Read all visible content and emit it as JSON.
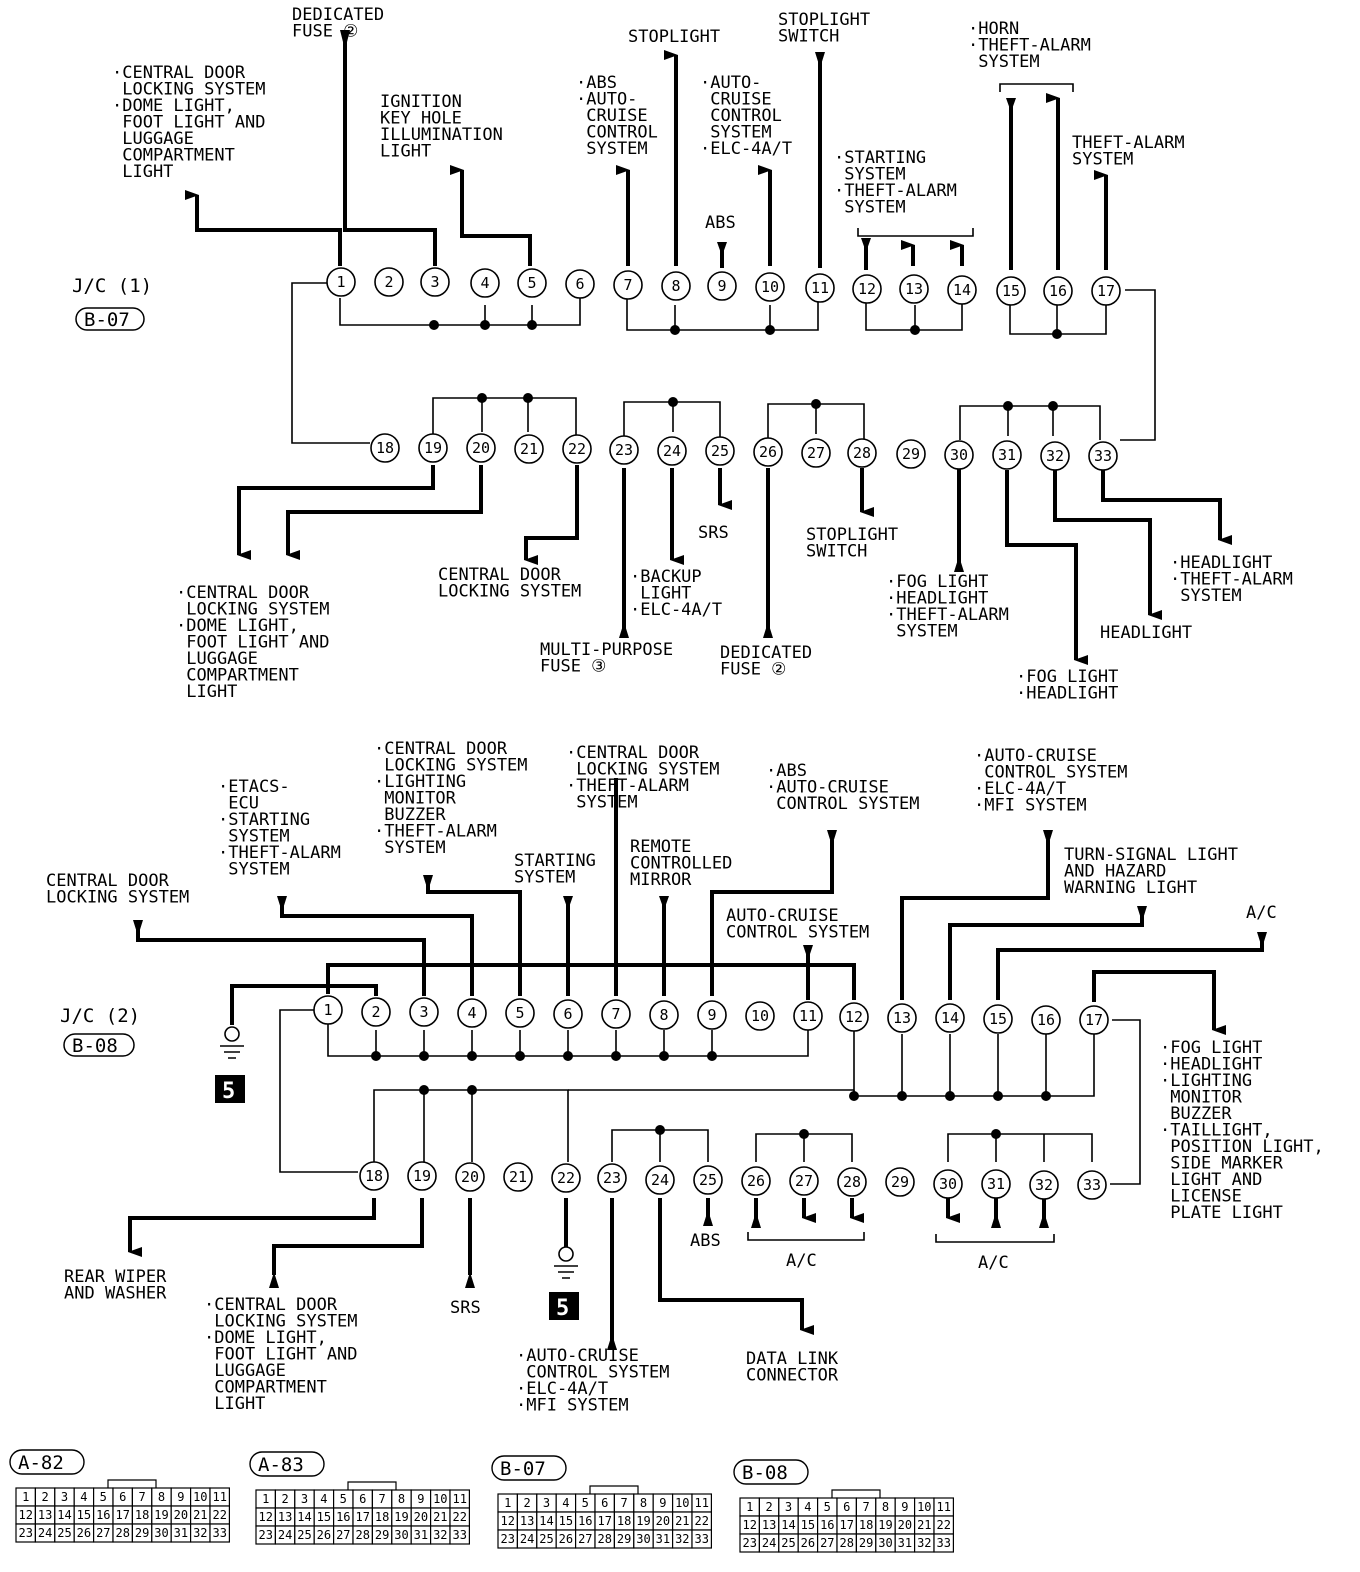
{
  "jc1": {
    "name": "J/C (1)",
    "code": "B-07",
    "pins": [
      "1",
      "2",
      "3",
      "4",
      "5",
      "6",
      "7",
      "8",
      "9",
      "10",
      "11",
      "12",
      "13",
      "14",
      "15",
      "16",
      "17",
      "18",
      "19",
      "20",
      "21",
      "22",
      "23",
      "24",
      "25",
      "26",
      "27",
      "28",
      "29",
      "30",
      "31",
      "32",
      "33"
    ],
    "labels": [
      {
        "id": "t1",
        "lines": [
          "DEDICATED",
          "FUSE ②"
        ]
      },
      {
        "id": "t2",
        "lines": [
          "·CENTRAL DOOR",
          " LOCKING SYSTEM",
          "·DOME LIGHT,",
          " FOOT LIGHT AND",
          " LUGGAGE",
          " COMPARTMENT",
          " LIGHT"
        ]
      },
      {
        "id": "t3",
        "lines": [
          "IGNITION",
          "KEY HOLE",
          "ILLUMINATION",
          "LIGHT"
        ]
      },
      {
        "id": "t4",
        "lines": [
          "STOPLIGHT"
        ]
      },
      {
        "id": "t5",
        "lines": [
          "·ABS",
          "·AUTO-",
          " CRUISE",
          " CONTROL",
          " SYSTEM"
        ]
      },
      {
        "id": "t6",
        "lines": [
          "·AUTO-",
          " CRUISE",
          " CONTROL",
          " SYSTEM",
          "·ELC-4A/T"
        ]
      },
      {
        "id": "t7",
        "lines": [
          "ABS"
        ]
      },
      {
        "id": "t8",
        "lines": [
          "STOPLIGHT",
          "SWITCH"
        ]
      },
      {
        "id": "t9",
        "lines": [
          "·STARTING",
          " SYSTEM",
          "·THEFT-ALARM",
          " SYSTEM"
        ]
      },
      {
        "id": "t10",
        "lines": [
          "·HORN",
          "·THEFT-ALARM",
          " SYSTEM"
        ]
      },
      {
        "id": "t11",
        "lines": [
          "THEFT-ALARM",
          "SYSTEM"
        ]
      },
      {
        "id": "b1",
        "lines": [
          "·CENTRAL DOOR",
          " LOCKING SYSTEM",
          "·DOME LIGHT,",
          " FOOT LIGHT AND",
          " LUGGAGE",
          " COMPARTMENT",
          " LIGHT"
        ]
      },
      {
        "id": "b2",
        "lines": [
          "CENTRAL DOOR",
          "LOCKING SYSTEM"
        ]
      },
      {
        "id": "b3",
        "lines": [
          "SRS"
        ]
      },
      {
        "id": "b4",
        "lines": [
          "·BACKUP",
          " LIGHT",
          "·ELC-4A/T"
        ]
      },
      {
        "id": "b5",
        "lines": [
          "MULTI-PURPOSE",
          "FUSE ③"
        ]
      },
      {
        "id": "b6",
        "lines": [
          "DEDICATED",
          "FUSE ②"
        ]
      },
      {
        "id": "b7",
        "lines": [
          "STOPLIGHT",
          "SWITCH"
        ]
      },
      {
        "id": "b8",
        "lines": [
          "·FOG LIGHT",
          "·HEADLIGHT",
          "·THEFT-ALARM",
          " SYSTEM"
        ]
      },
      {
        "id": "b9",
        "lines": [
          "·FOG LIGHT",
          "·HEADLIGHT"
        ]
      },
      {
        "id": "b10",
        "lines": [
          "HEADLIGHT"
        ]
      },
      {
        "id": "b11",
        "lines": [
          "·HEADLIGHT",
          "·THEFT-ALARM",
          " SYSTEM"
        ]
      }
    ]
  },
  "jc2": {
    "name": "J/C (2)",
    "code": "B-08",
    "pins": [
      "1",
      "2",
      "3",
      "4",
      "5",
      "6",
      "7",
      "8",
      "9",
      "10",
      "11",
      "12",
      "13",
      "14",
      "15",
      "16",
      "17",
      "18",
      "19",
      "20",
      "21",
      "22",
      "23",
      "24",
      "25",
      "26",
      "27",
      "28",
      "29",
      "30",
      "31",
      "32",
      "33"
    ],
    "ground": "5",
    "labels": [
      {
        "id": "u1",
        "lines": [
          "CENTRAL DOOR",
          "LOCKING SYSTEM"
        ]
      },
      {
        "id": "u2",
        "lines": [
          "·ETACS-",
          " ECU",
          "·STARTING",
          " SYSTEM",
          "·THEFT-ALARM",
          " SYSTEM"
        ]
      },
      {
        "id": "u3",
        "lines": [
          "·CENTRAL DOOR",
          " LOCKING SYSTEM",
          "·LIGHTING",
          " MONITOR",
          " BUZZER",
          "·THEFT-ALARM",
          " SYSTEM"
        ]
      },
      {
        "id": "u4",
        "lines": [
          "STARTING",
          "SYSTEM"
        ]
      },
      {
        "id": "u5",
        "lines": [
          "·CENTRAL DOOR",
          " LOCKING SYSTEM",
          "·THEFT-ALARM",
          " SYSTEM"
        ]
      },
      {
        "id": "u6",
        "lines": [
          "REMOTE",
          "CONTROLLED",
          "MIRROR"
        ]
      },
      {
        "id": "u7",
        "lines": [
          "·ABS",
          "·AUTO-CRUISE",
          " CONTROL SYSTEM"
        ]
      },
      {
        "id": "u8",
        "lines": [
          "AUTO-CRUISE",
          "CONTROL SYSTEM"
        ]
      },
      {
        "id": "u9",
        "lines": [
          "·AUTO-CRUISE",
          " CONTROL SYSTEM",
          "·ELC-4A/T",
          "·MFI SYSTEM"
        ]
      },
      {
        "id": "u10",
        "lines": [
          "TURN-SIGNAL LIGHT",
          "AND HAZARD",
          "WARNING LIGHT"
        ]
      },
      {
        "id": "u11",
        "lines": [
          "A/C"
        ]
      },
      {
        "id": "d1",
        "lines": [
          "REAR WIPER",
          "AND WASHER"
        ]
      },
      {
        "id": "d2",
        "lines": [
          "·CENTRAL DOOR",
          " LOCKING SYSTEM",
          "·DOME LIGHT,",
          " FOOT LIGHT AND",
          " LUGGAGE",
          " COMPARTMENT",
          " LIGHT"
        ]
      },
      {
        "id": "d3",
        "lines": [
          "SRS"
        ]
      },
      {
        "id": "d4",
        "lines": [
          "·AUTO-CRUISE",
          " CONTROL SYSTEM",
          "·ELC-4A/T",
          "·MFI SYSTEM"
        ]
      },
      {
        "id": "d5",
        "lines": [
          "DATA LINK",
          "CONNECTOR"
        ]
      },
      {
        "id": "d6",
        "lines": [
          "ABS"
        ]
      },
      {
        "id": "d7",
        "lines": [
          "A/C"
        ]
      },
      {
        "id": "d8",
        "lines": [
          "A/C"
        ]
      },
      {
        "id": "d9",
        "lines": [
          "·FOG LIGHT",
          "·HEADLIGHT",
          "·LIGHTING",
          " MONITOR",
          " BUZZER",
          "·TAILLIGHT,",
          " POSITION LIGHT,",
          " SIDE MARKER",
          " LIGHT AND",
          " LICENSE",
          " PLATE LIGHT"
        ]
      }
    ]
  },
  "connectors": [
    {
      "code": "A-82",
      "row1": [
        "1",
        "2",
        "3",
        "4",
        "5",
        "6",
        "7",
        "8",
        "9",
        "10",
        "11"
      ],
      "row2": [
        "12",
        "13",
        "14",
        "15",
        "16",
        "17",
        "18",
        "19",
        "20",
        "21",
        "22"
      ],
      "row3": [
        "23",
        "24",
        "25",
        "26",
        "27",
        "28",
        "29",
        "30",
        "31",
        "32",
        "33"
      ]
    },
    {
      "code": "A-83",
      "row1": [
        "1",
        "2",
        "3",
        "4",
        "5",
        "6",
        "7",
        "8",
        "9",
        "10",
        "11"
      ],
      "row2": [
        "12",
        "13",
        "14",
        "15",
        "16",
        "17",
        "18",
        "19",
        "20",
        "21",
        "22"
      ],
      "row3": [
        "23",
        "24",
        "25",
        "26",
        "27",
        "28",
        "29",
        "30",
        "31",
        "32",
        "33"
      ]
    },
    {
      "code": "B-07",
      "row1": [
        "1",
        "2",
        "3",
        "4",
        "5",
        "6",
        "7",
        "8",
        "9",
        "10",
        "11"
      ],
      "row2": [
        "12",
        "13",
        "14",
        "15",
        "16",
        "17",
        "18",
        "19",
        "20",
        "21",
        "22"
      ],
      "row3": [
        "23",
        "24",
        "25",
        "26",
        "27",
        "28",
        "29",
        "30",
        "31",
        "32",
        "33"
      ]
    },
    {
      "code": "B-08",
      "row1": [
        "1",
        "2",
        "3",
        "4",
        "5",
        "6",
        "7",
        "8",
        "9",
        "10",
        "11"
      ],
      "row2": [
        "12",
        "13",
        "14",
        "15",
        "16",
        "17",
        "18",
        "19",
        "20",
        "21",
        "22"
      ],
      "row3": [
        "23",
        "24",
        "25",
        "26",
        "27",
        "28",
        "29",
        "30",
        "31",
        "32",
        "33"
      ]
    }
  ]
}
